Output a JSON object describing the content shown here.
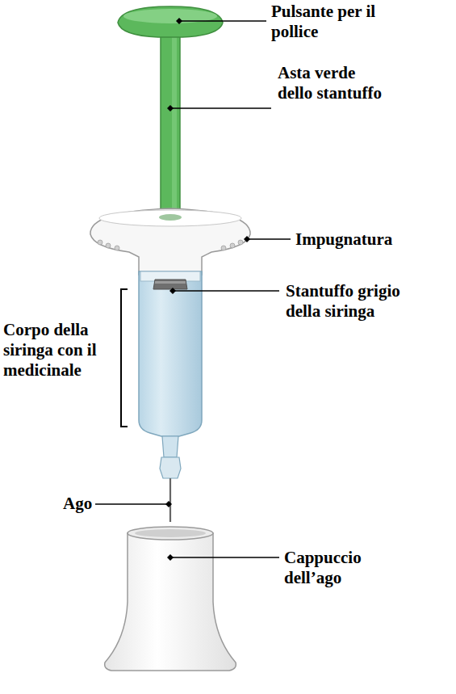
{
  "diagram": {
    "labels": [
      "Pulsante per il pollice",
      "Asta verde dello stantuffo",
      "Impugnatura",
      "Stantuffo grigio della siringa",
      "Corpo della siringa con il medicinale",
      "Ago",
      "Cappuccio dell’ago"
    ]
  }
}
